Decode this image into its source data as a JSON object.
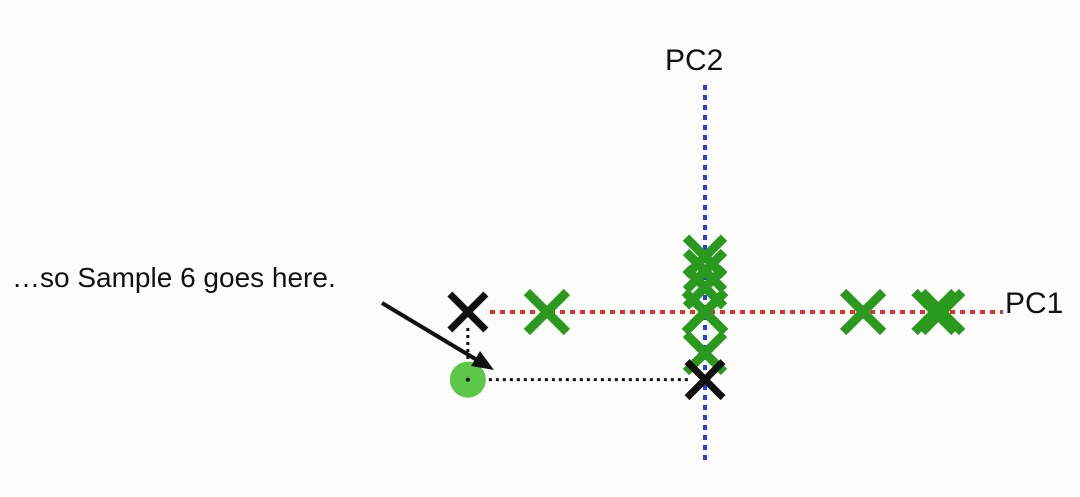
{
  "labels": {
    "pc1": "PC1",
    "pc2": "PC2",
    "annotation": "…so Sample 6 goes here."
  },
  "colors": {
    "background": "#fcfcfa",
    "pc1_axis": "#e0322b",
    "pc2_axis": "#2740e0",
    "sample_marker": "#2a9a1e",
    "highlight_marker": "#111111",
    "projected_point": "#5cc84a",
    "guide": "#111111"
  },
  "pc1_projections": [
    {
      "pc1": -0.93,
      "highlighted": true
    },
    {
      "pc1": -0.62,
      "highlighted": false
    },
    {
      "pc1": 0.0,
      "highlighted": false
    },
    {
      "pc1": 0.0,
      "highlighted": false
    },
    {
      "pc1": 0.0,
      "highlighted": false
    },
    {
      "pc1": 0.62,
      "highlighted": false
    },
    {
      "pc1": 0.9,
      "highlighted": false
    },
    {
      "pc1": 0.93,
      "highlighted": false
    }
  ],
  "pc2_projections": [
    {
      "pc2": 0.27,
      "highlighted": false
    },
    {
      "pc2": 0.2,
      "highlighted": false
    },
    {
      "pc2": 0.12,
      "highlighted": false
    },
    {
      "pc2": -0.2,
      "highlighted": false
    },
    {
      "pc2": -0.33,
      "highlighted": true
    }
  ],
  "sample_6": {
    "pc1": -0.93,
    "pc2": -0.33
  }
}
